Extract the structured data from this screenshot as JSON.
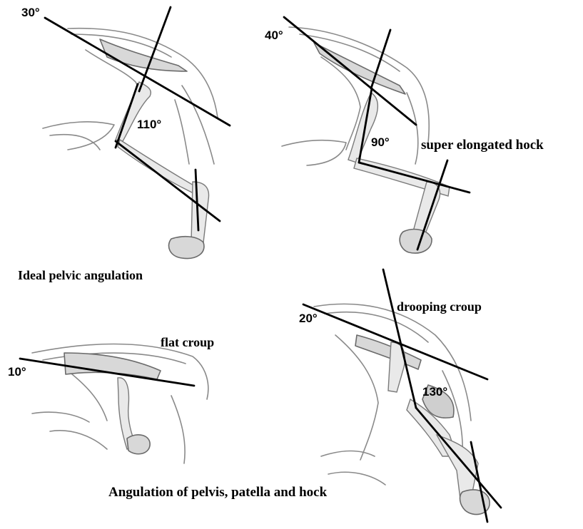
{
  "panels": {
    "ideal": {
      "back_angle": "30°",
      "joint_angle": "110°",
      "caption": "Ideal pelvic angulation"
    },
    "hock": {
      "back_angle": "40°",
      "joint_angle": "90°",
      "caption": "super elongated hock"
    },
    "flat": {
      "back_angle": "10°",
      "caption": "flat croup"
    },
    "drooping": {
      "back_angle": "20°",
      "joint_angle": "130°",
      "caption": "drooping croup"
    }
  },
  "footer_caption": "Angulation of pelvis, patella and hock"
}
